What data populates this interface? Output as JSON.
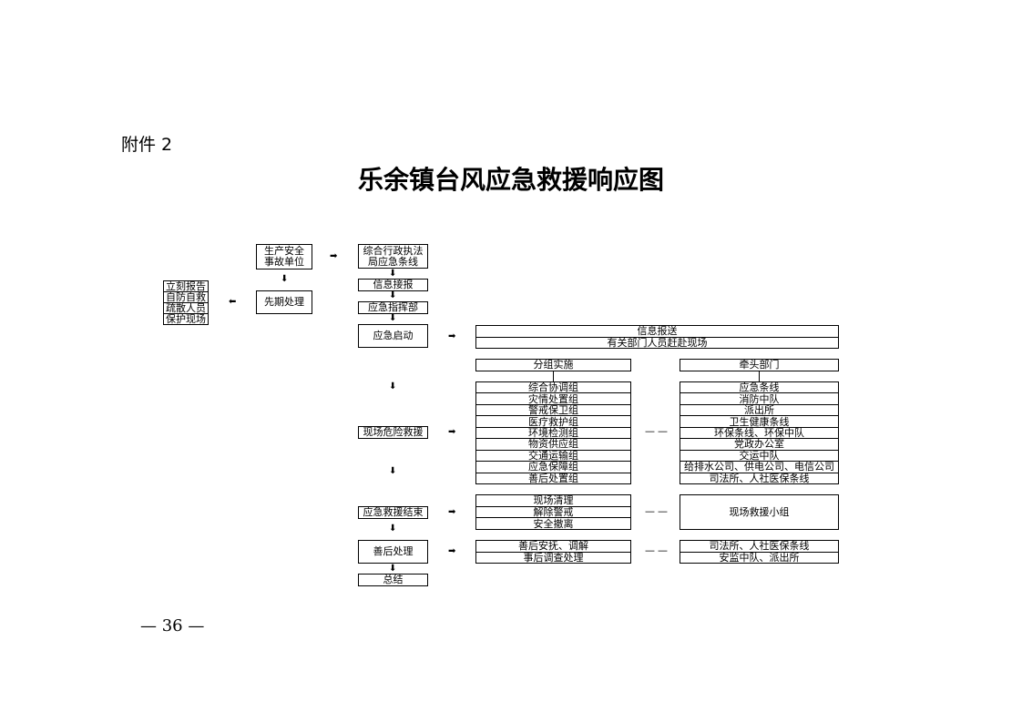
{
  "attachment_label": "附件 2",
  "title": "乐余镇台风应急救援响应图",
  "page_number": "— 36 —",
  "flow": {
    "accident_unit": [
      "生产安全",
      "事故单位"
    ],
    "initial_handling": "先期处理",
    "initial_actions": [
      "立刻报告",
      "自防自救",
      "疏散人员",
      "保护现场"
    ],
    "law_enforcement": [
      "综合行政执法",
      "局应急条线"
    ],
    "info_receive": "信息接报",
    "command": "应急指挥部",
    "emergency_start": "应急启动",
    "start_actions": [
      "信息报送",
      "有关部门人员赶赴现场"
    ],
    "rescue": "现场危险救援",
    "groups_header": "分组实施",
    "groups": [
      "综合协调组",
      "灾情处置组",
      "警戒保卫组",
      "医疗救护组",
      "环境检测组",
      "物资供应组",
      "交通运输组",
      "应急保障组",
      "善后处置组"
    ],
    "lead_header": "牵头部门",
    "leads": [
      "应急条线",
      "消防中队",
      "派出所",
      "卫生健康条线",
      "环保条线、环保中队",
      "党政办公室",
      "交运中队",
      "给排水公司、供电公司、电信公司",
      "司法所、人社医保条线"
    ],
    "rescue_end": "应急救援结束",
    "end_actions": [
      "现场清理",
      "解除警戒",
      "安全撤离"
    ],
    "end_lead": "现场救援小组",
    "aftermath": "善后处理",
    "aftermath_actions": [
      "善后安抚、调解",
      "事后调查处理"
    ],
    "aftermath_leads": [
      "司法所、人社医保条线",
      "安监中队、派出所"
    ],
    "summary": "总结",
    "dash": "——"
  }
}
